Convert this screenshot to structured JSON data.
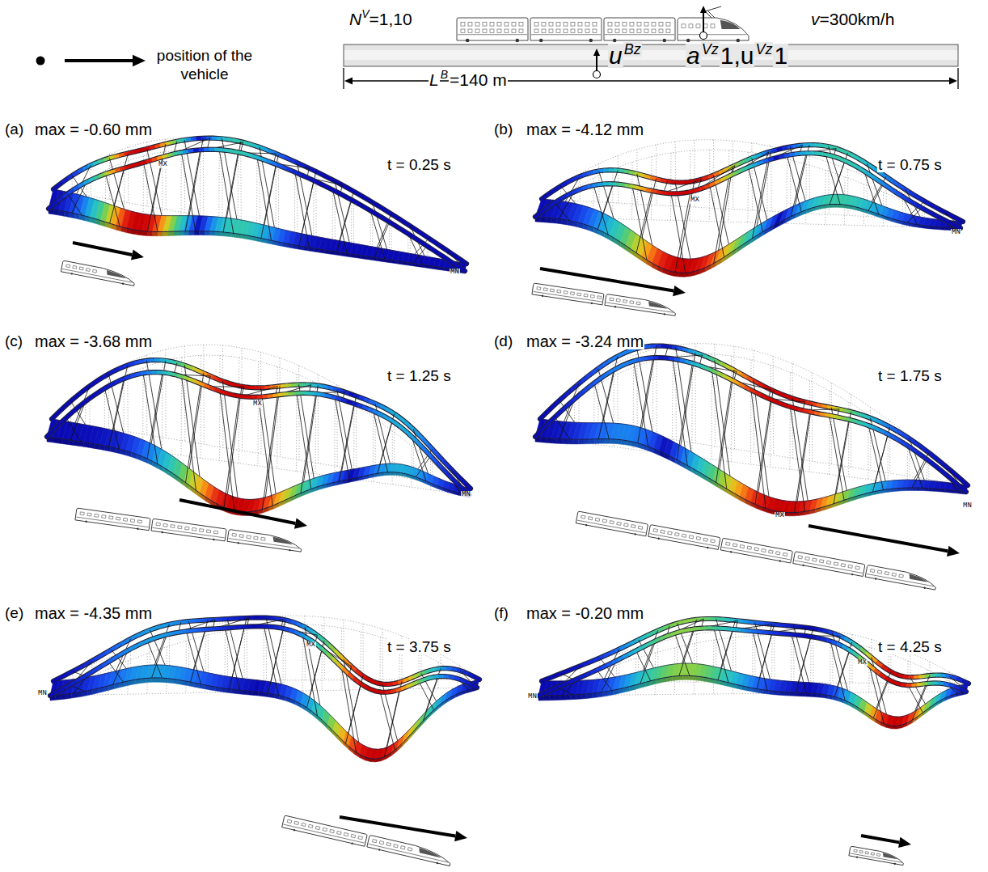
{
  "diagram": {
    "labels": [
      "N",
      "V",
      "=1,10",
      "v",
      "=300km/h",
      "u",
      "Bz",
      "a",
      "Vz",
      "1,u",
      "Vz",
      "1",
      "L",
      "B",
      "=140 m",
      "(a)",
      "max = -0.60 mm",
      "t = 0.25 s",
      "MX",
      "MN",
      "(b)",
      "max = -4.12 mm",
      "t = 0.75 s",
      "MX",
      "MN",
      "(c)",
      "max = -3.68 mm",
      "t = 1.25 s",
      "MX",
      "MN",
      "(d)",
      "max = -3.24 mm",
      "t = 1.75 s",
      "MX",
      "MN",
      "(e)",
      "max = -4.35 mm",
      "t = 3.75 s",
      "MN",
      "MX",
      "(f)",
      "max = -0.20 mm",
      "t = 4.25 s",
      "MN",
      "MX"
    ],
    "legend": [
      {
        "text": "position of the vehicle"
      }
    ]
  }
}
